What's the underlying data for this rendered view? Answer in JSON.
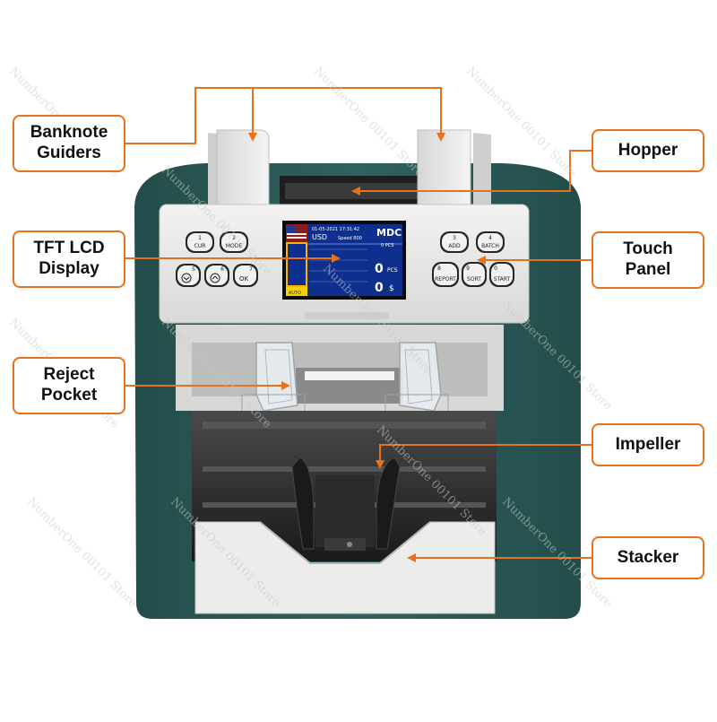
{
  "callouts": {
    "banknote_guiders": "Banknote\nGuiders",
    "tft_lcd_display": "TFT LCD\nDisplay",
    "reject_pocket": "Reject\nPocket",
    "hopper": "Hopper",
    "touch_panel": "Touch\nPanel",
    "impeller": "Impeller",
    "stacker": "Stacker"
  },
  "lcd": {
    "date_time": "01-05-2021  17:31:42",
    "currency": "USD",
    "speed": "Speed  800",
    "mode": "MDC",
    "pcs_small": "0  PCS",
    "count": "0",
    "count_unit": "PCS",
    "amount": "0",
    "amount_unit": "$",
    "auto_label": "AUTO"
  },
  "left_buttons": {
    "cur_num": "1",
    "cur": "CUR",
    "mode_num": "2",
    "mode": "MODE",
    "down_num": "5",
    "up_num": "6",
    "ok_num": "7",
    "ok": "OK"
  },
  "right_buttons": {
    "add_num": "3",
    "add": "ADD",
    "batch_num": "4",
    "batch": "BATCH",
    "report_num": "8",
    "report": "REPORT",
    "sort_num": "9",
    "sort": "SORT",
    "start_num": "0",
    "start": "START"
  },
  "watermark": "NumberOne 00101 Store",
  "colors": {
    "accent": "#e8721c",
    "body_green": "#2e5f5c",
    "panel": "#e6e6e4",
    "lcd_bg": "#0f2f8f"
  }
}
